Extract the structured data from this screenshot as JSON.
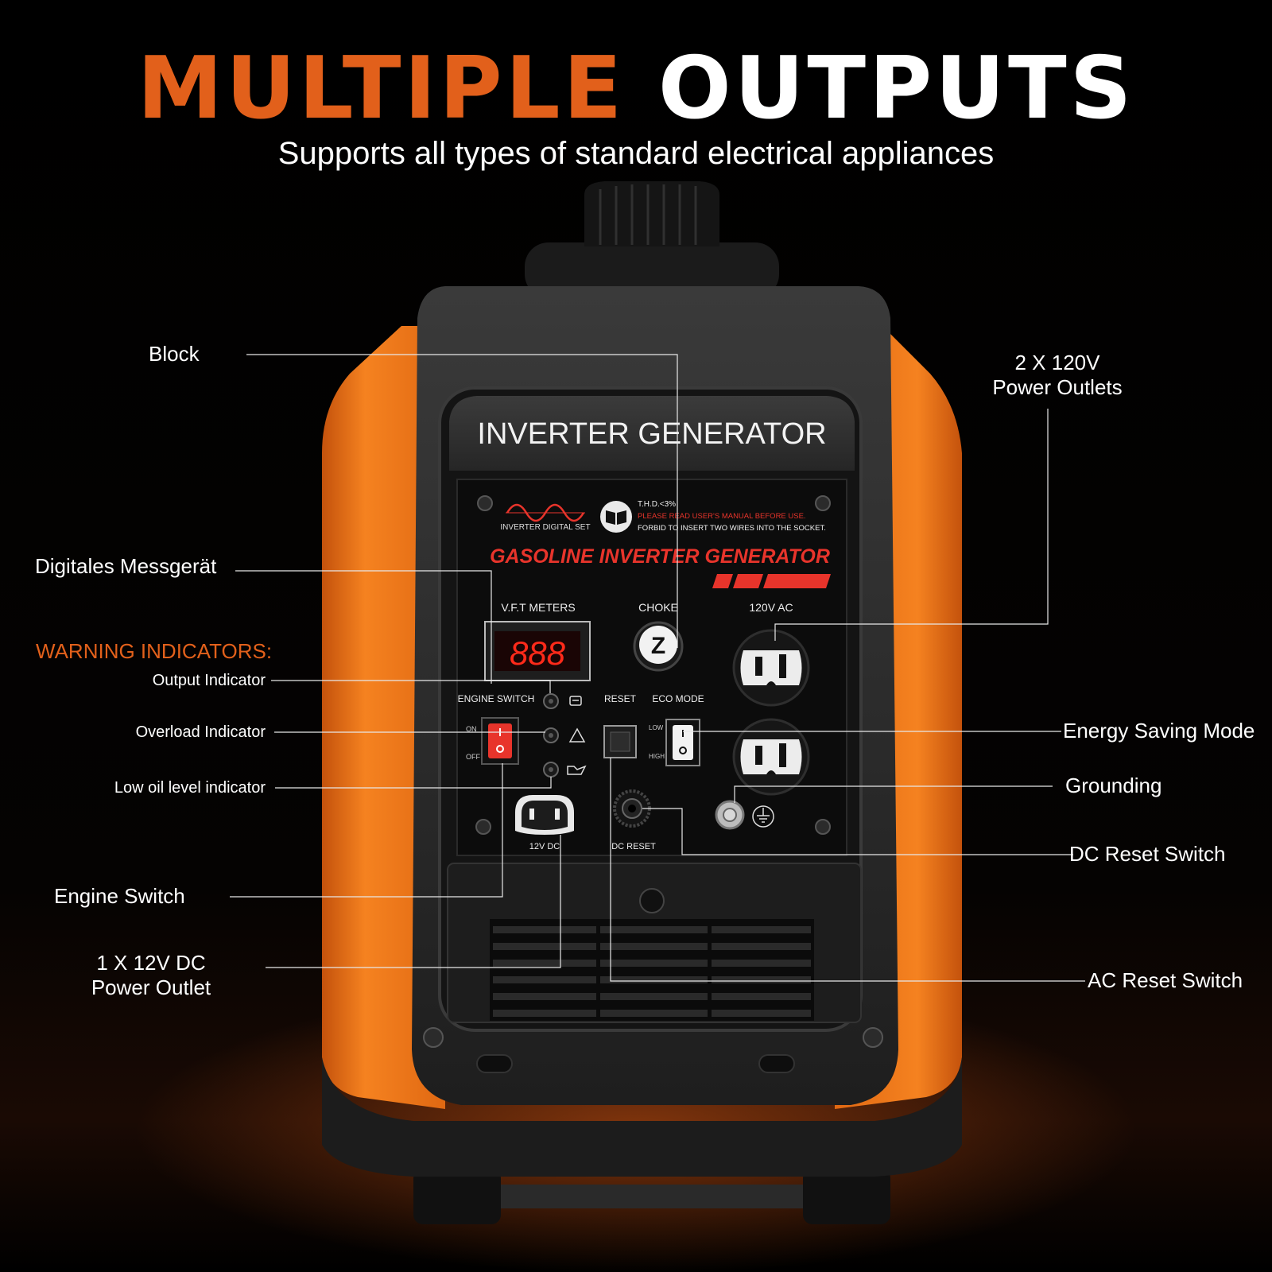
{
  "headline": {
    "word1": "MULTIPLE",
    "word2": "OUTPUTS"
  },
  "subtitle": "Supports all types of standard electrical appliances",
  "callouts": {
    "block": "Block",
    "power_outlets_line1": "2 X 120V",
    "power_outlets_line2": "Power Outlets",
    "digital_meter": "Digitales Messgerät",
    "warning_title": "WARNING INDICATORS:",
    "output_indicator": "Output Indicator",
    "overload_indicator": "Overload Indicator",
    "low_oil_indicator": "Low oil level indicator",
    "energy_saving_mode": "Energy Saving Mode",
    "grounding": "Grounding",
    "dc_reset_switch": "DC Reset Switch",
    "engine_switch": "Engine Switch",
    "dc_outlet_line1": "1 X 12V DC",
    "dc_outlet_line2": "Power Outlet",
    "ac_reset_switch": "AC Reset Switch"
  },
  "panel": {
    "brand_title": "INVERTER GENERATOR",
    "inverter_digital_set": "INVERTER DIGITAL SET",
    "thd": "T.H.D.<3%",
    "warning_read_manual": "PLEASE READ USER'S MANUAL BEFORE USE.",
    "warning_wires": "FORBID TO INSERT TWO WIRES INTO THE SOCKET.",
    "model_title": "GASOLINE INVERTER GENERATOR",
    "vft_meters": "V.F.T METERS",
    "display_value": "888",
    "choke": "CHOKE",
    "choke_knob": "Z",
    "ac_120v": "120V AC",
    "engine_switch": "ENGINE SWITCH",
    "on": "ON",
    "off": "OFF",
    "reset": "RESET",
    "eco_mode": "ECO MODE",
    "low": "LOW",
    "high": "HIGH",
    "dc_12v": "12V DC",
    "dc_reset": "DC RESET"
  },
  "colors": {
    "accent_orange": "#e2601b",
    "body_orange": "#f07a1e",
    "panel_red": "#e8342b",
    "led_red": "#ff2a1a"
  },
  "icons": [
    "sine-wave-icon",
    "manual-book-icon",
    "warning-triangle-icon",
    "oil-can-icon",
    "battery-icon",
    "ground-icon"
  ]
}
